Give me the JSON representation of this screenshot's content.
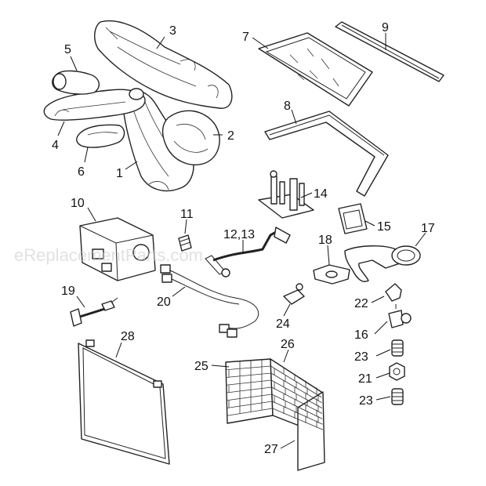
{
  "watermark": "eReplacementParts.com",
  "callouts": {
    "c1": "1",
    "c2": "2",
    "c3": "3",
    "c4": "4",
    "c5": "5",
    "c6": "6",
    "c7": "7",
    "c8": "8",
    "c9": "9",
    "c10": "10",
    "c11": "11",
    "c12_13": "12,13",
    "c14": "14",
    "c15": "15",
    "c16": "16",
    "c17": "17",
    "c18": "18",
    "c19": "19",
    "c20": "20",
    "c21": "21",
    "c22": "22",
    "c23a": "23",
    "c23b": "23",
    "c24": "24",
    "c25": "25",
    "c26": "26",
    "c27": "27",
    "c28": "28"
  }
}
